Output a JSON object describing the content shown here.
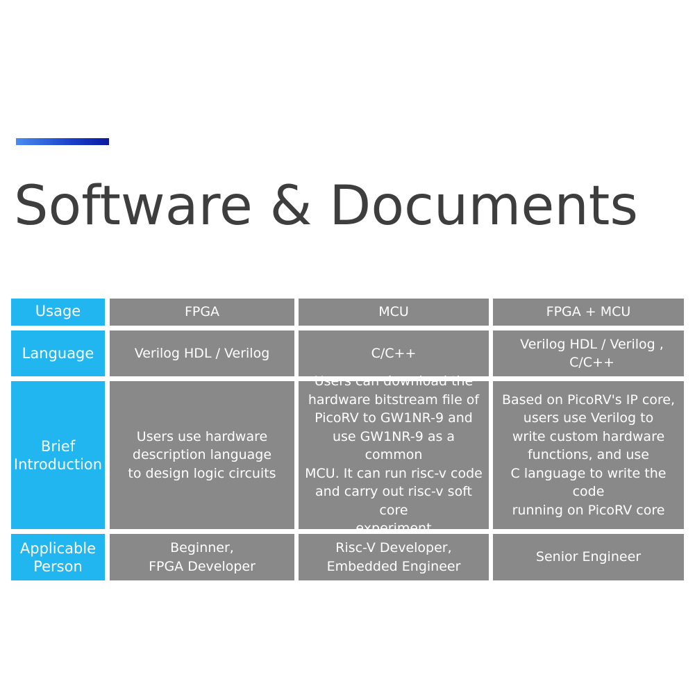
{
  "title": "Software & Documents",
  "colors": {
    "header_cell": "#22b6f1",
    "value_cell": "#898989",
    "title_text": "#3e3e3e",
    "accent_start": "#4a8cf0",
    "accent_end": "#0a1aa0"
  },
  "table": {
    "rows": [
      {
        "header": "Usage",
        "cells": [
          "FPGA",
          "MCU",
          "FPGA + MCU"
        ]
      },
      {
        "header": "Language",
        "cells": [
          "Verilog HDL / Verilog",
          "C/C++",
          "Verilog HDL / Verilog ,\nC/C++"
        ]
      },
      {
        "header": "Brief\nIntroduction",
        "cells": [
          "Users use hardware\ndescription language\nto design logic circuits",
          "Users can download the\nhardware bitstream file of\nPicoRV to GW1NR-9 and\nuse GW1NR-9 as a common\nMCU. It can run risc-v code\nand carry out risc-v soft core\nexperiment",
          "Based on PicoRV's IP core,\nusers use Verilog to\nwrite custom hardware\nfunctions, and use\nC language to write the code\nrunning on PicoRV core"
        ]
      },
      {
        "header": "Applicable\nPerson",
        "cells": [
          "Beginner,\nFPGA Developer",
          "Risc-V Developer,\nEmbedded Engineer",
          "Senior Engineer"
        ]
      }
    ]
  }
}
